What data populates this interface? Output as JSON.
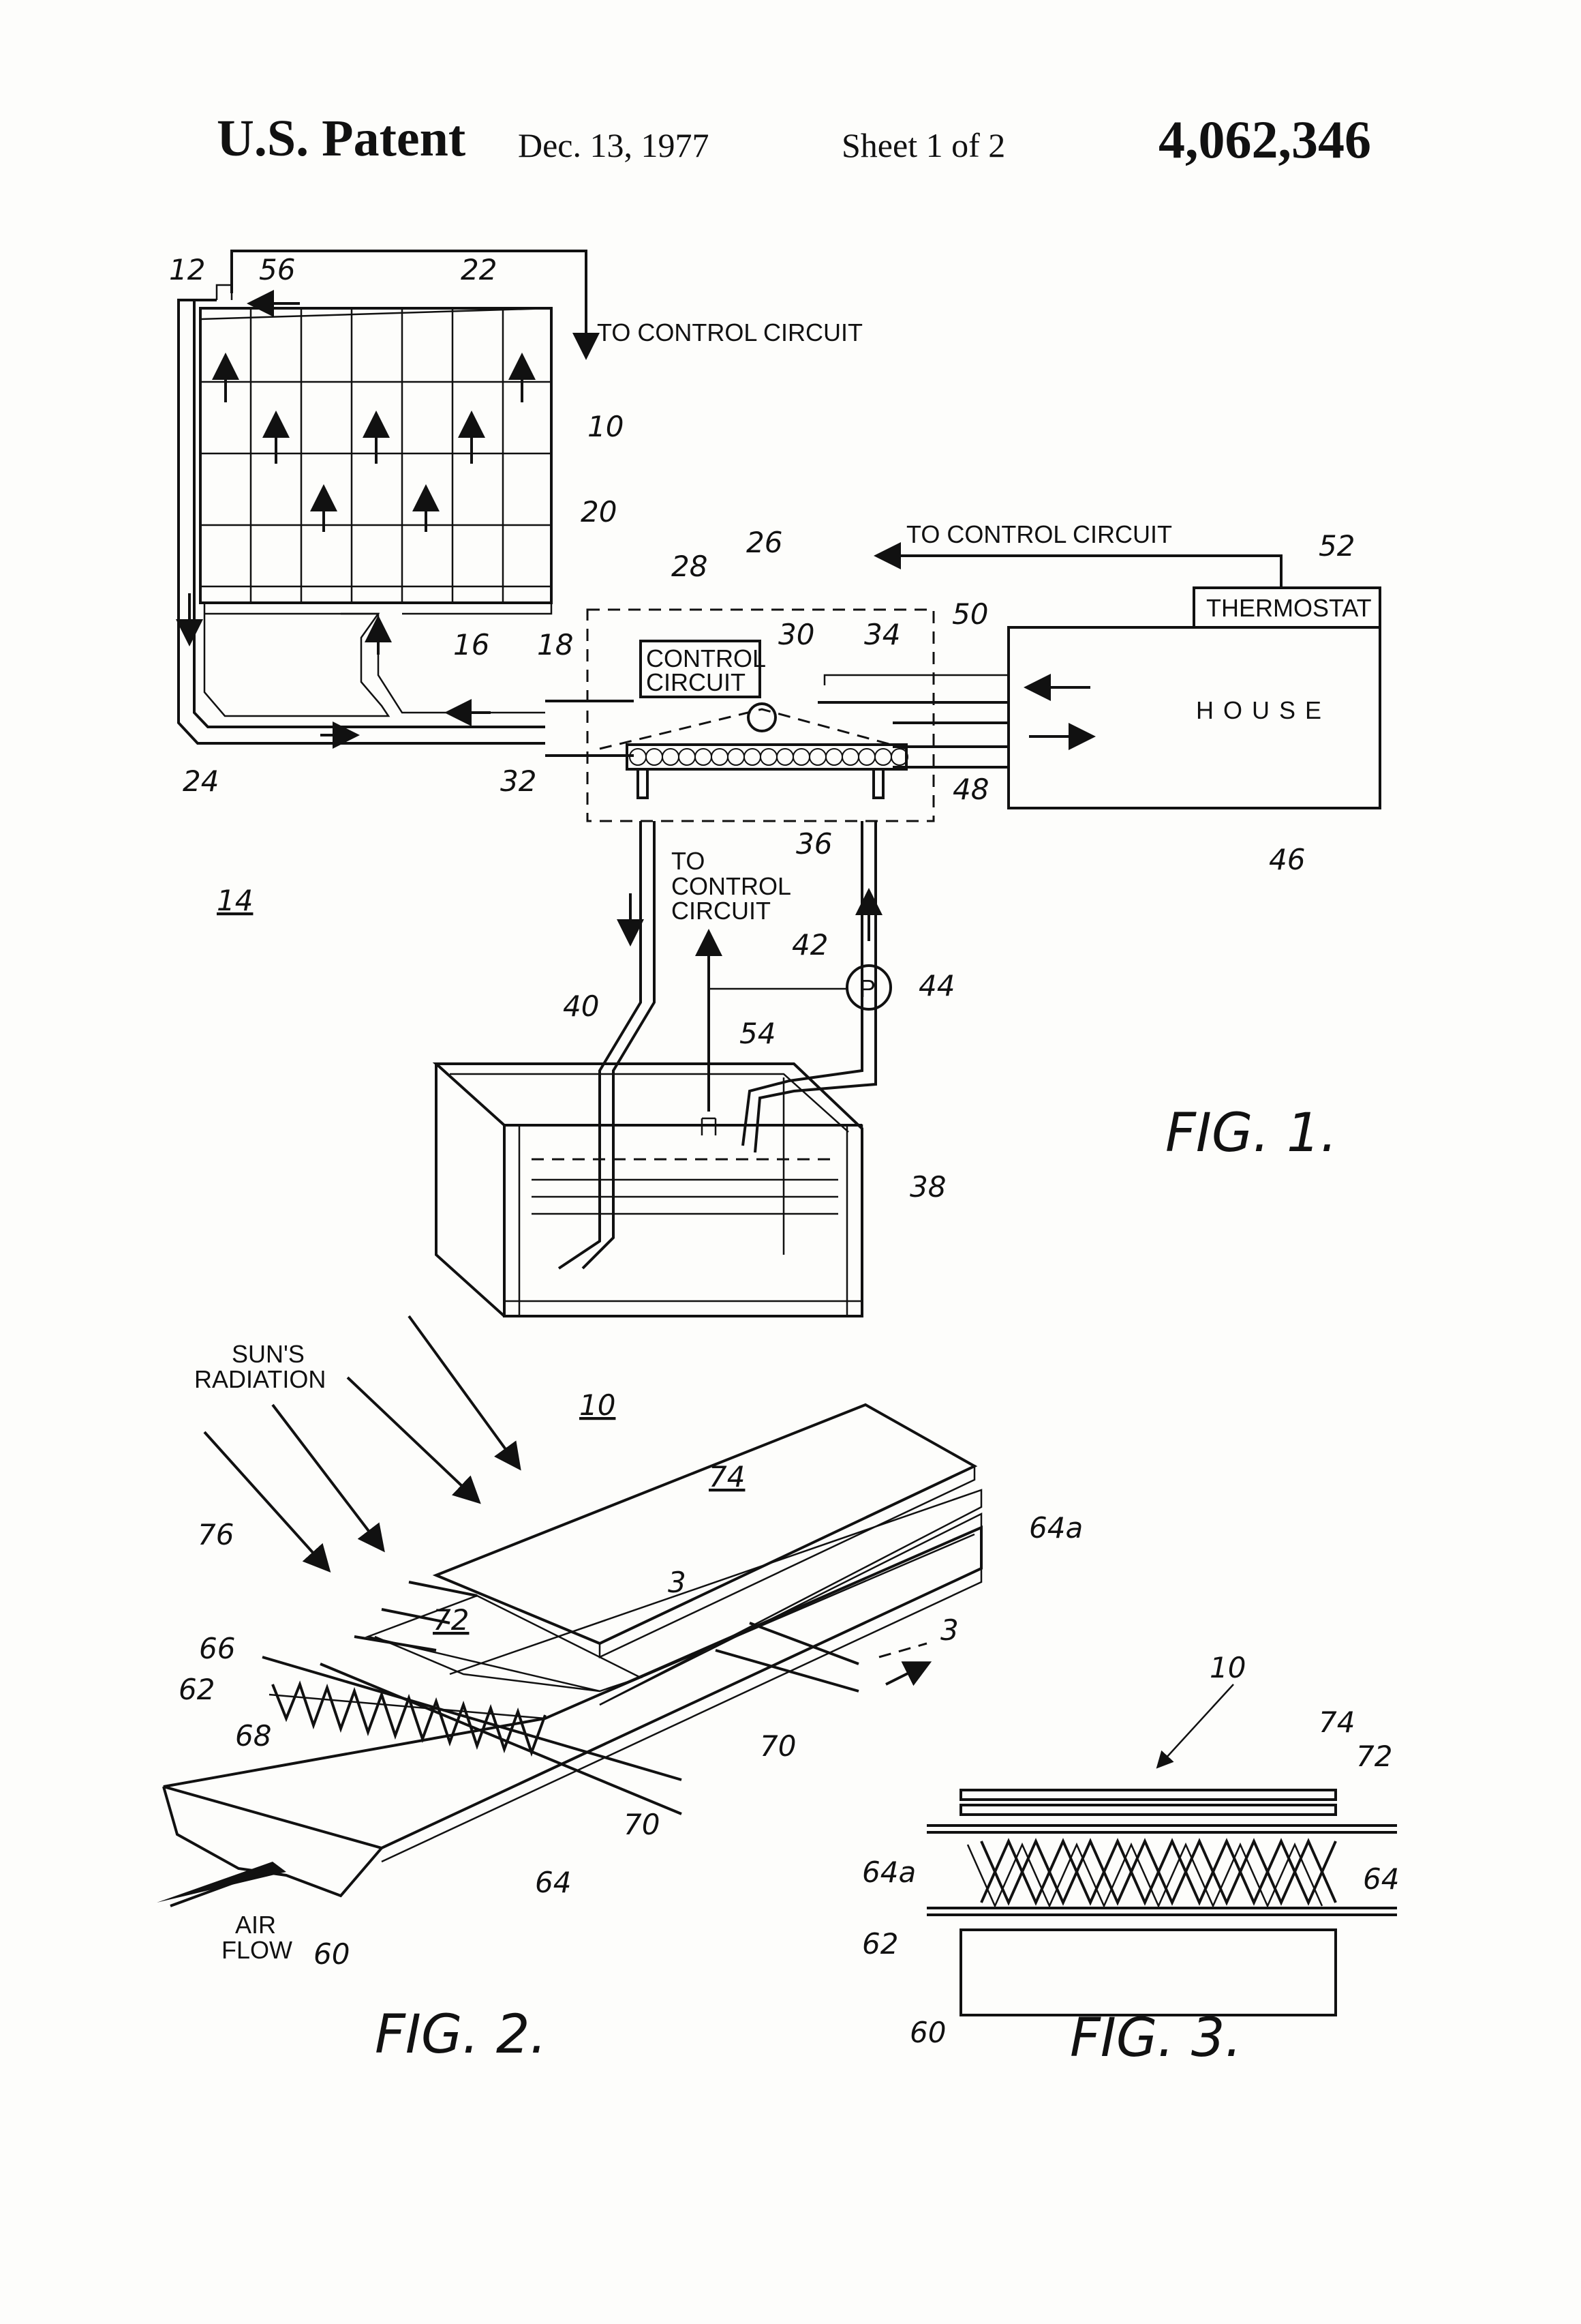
{
  "header": {
    "title": "U.S. Patent",
    "date": "Dec. 13, 1977",
    "sheet": "Sheet 1 of 2",
    "patent_number": "4,062,346"
  },
  "fig1": {
    "to_control_circuit_1": "TO CONTROL CIRCUIT",
    "to_control_circuit_2": "TO CONTROL CIRCUIT",
    "to_control_circuit_3a": "TO",
    "to_control_circuit_3b": "CONTROL",
    "to_control_circuit_3c": "CIRCUIT",
    "control_circuit_a": "CONTROL",
    "control_circuit_b": "CIRCUIT",
    "thermostat": "THERMOSTAT",
    "house": "HOUSE",
    "pump": "P",
    "caption": "FIG. 1.",
    "refs": {
      "r12": "12",
      "r56": "56",
      "r22": "22",
      "r10": "10",
      "r20": "20",
      "r16": "16",
      "r18": "18",
      "r24": "24",
      "r14": "14",
      "r26": "26",
      "r28": "28",
      "r30": "30",
      "r34": "34",
      "r50": "50",
      "r52": "52",
      "r32": "32",
      "r36": "36",
      "r48": "48",
      "r46": "46",
      "r42": "42",
      "r44": "44",
      "r40": "40",
      "r54": "54",
      "r38": "38"
    }
  },
  "fig2": {
    "suns_radiation_a": "SUN'S",
    "suns_radiation_b": "RADIATION",
    "air_flow_a": "AIR",
    "air_flow_b": "FLOW",
    "caption": "FIG. 2.",
    "refs": {
      "r10": "10",
      "r74": "74",
      "r64a": "64a",
      "r76": "76",
      "r3a": "3",
      "r72": "72",
      "r3b": "3",
      "r66": "66",
      "r62": "62",
      "r68": "68",
      "r70a": "70",
      "r70b": "70",
      "r64": "64",
      "r60": "60"
    }
  },
  "fig3": {
    "caption": "FIG. 3.",
    "refs": {
      "r10": "10",
      "r74": "74",
      "r72": "72",
      "r64a": "64a",
      "r64": "64",
      "r62": "62",
      "r60": "60"
    }
  }
}
